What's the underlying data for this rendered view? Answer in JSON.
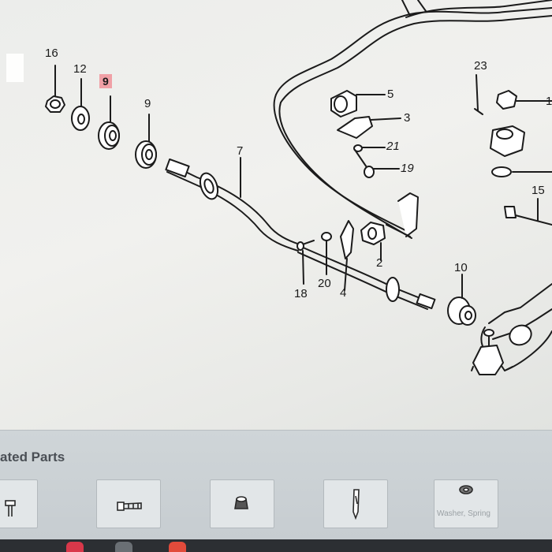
{
  "diagram": {
    "callouts": {
      "c16": "16",
      "c12": "12",
      "c9a": "9",
      "c9b": "9",
      "c7": "7",
      "c5": "5",
      "c3": "3",
      "c21": "21",
      "c19": "19",
      "c23": "23",
      "c1": "1",
      "c15": "15",
      "c2": "2",
      "c18": "18",
      "c20": "20",
      "c4": "4",
      "c10": "10"
    },
    "highlight_color": "#f0a0a6"
  },
  "related": {
    "title": "ated Parts",
    "caption": "Washer, Spring"
  }
}
